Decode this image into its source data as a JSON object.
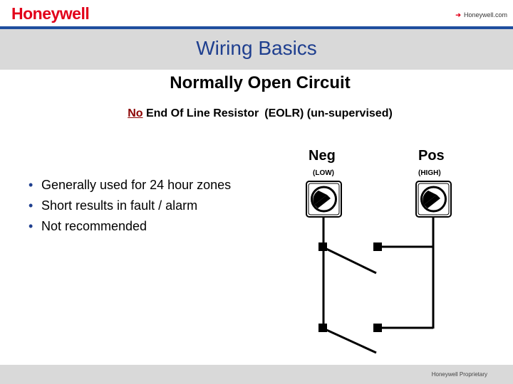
{
  "header": {
    "logo": "Honeywell",
    "link": "Honeywell.com"
  },
  "slide": {
    "title": "Wiring Basics",
    "subtitle": "Normally Open Circuit",
    "subtitle2_no": "No",
    "subtitle2_rest": "End Of Line Resistor",
    "subtitle2_end": "(EOLR) (un-supervised)"
  },
  "bullets": [
    "Generally used for 24 hour zones",
    "Short results in fault / alarm",
    "Not recommended"
  ],
  "terminals": {
    "neg": {
      "label": "Neg",
      "sub": "(LOW)"
    },
    "pos": {
      "label": "Pos",
      "sub": "(HIGH)"
    }
  },
  "footer": {
    "text": "Honeywell Proprietary"
  },
  "colors": {
    "brand_red": "#e2001a",
    "title_blue": "#1f3f8f",
    "bar_blue": "#1f4e9e",
    "band_gray": "#d9d9d9"
  }
}
